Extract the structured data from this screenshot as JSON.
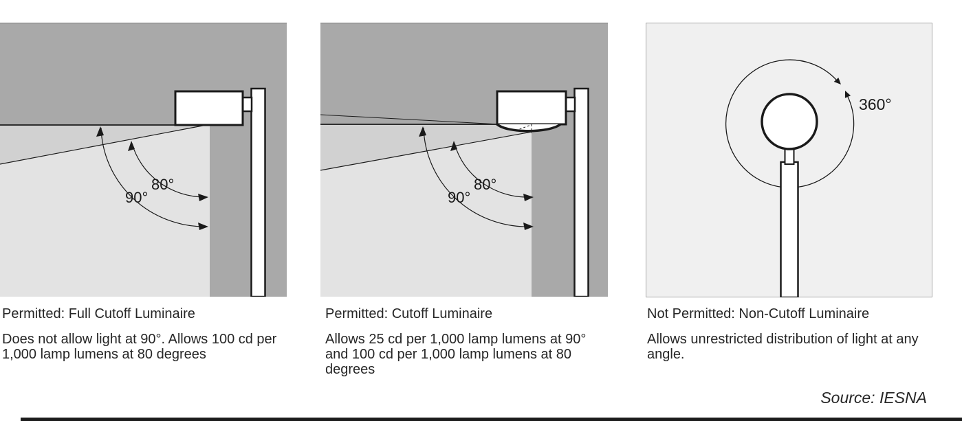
{
  "figure": {
    "source": "Source: IESNA",
    "colors": {
      "sky_dark_gray": "#a9a9a9",
      "wedge_medium_gray": "#d1d1d1",
      "lit_light_gray": "#e3e3e3",
      "noncutoff_panel_bg": "#f0f0f0",
      "ink": "#1a1a1a"
    }
  },
  "panels": [
    {
      "id": "full-cutoff",
      "title": "Permitted: Full Cutoff Luminaire",
      "description": "Does not allow light at 90°. Allows 100 cd per 1,000 lamp lumens at 80 degrees",
      "labels": {
        "angle_90": "90°",
        "angle_80": "80°"
      }
    },
    {
      "id": "cutoff",
      "title": "Permitted: Cutoff Luminaire",
      "description": "Allows 25 cd per 1,000 lamp lumens at 90° and 100 cd per 1,000 lamp lumens at 80 degrees",
      "labels": {
        "angle_90": "90°",
        "angle_80": "80°"
      }
    },
    {
      "id": "non-cutoff",
      "title": "Not Permitted: Non-Cutoff Luminaire",
      "description": "Allows unrestricted distribution of light at any angle.",
      "labels": {
        "angle_360": "360°"
      }
    }
  ]
}
